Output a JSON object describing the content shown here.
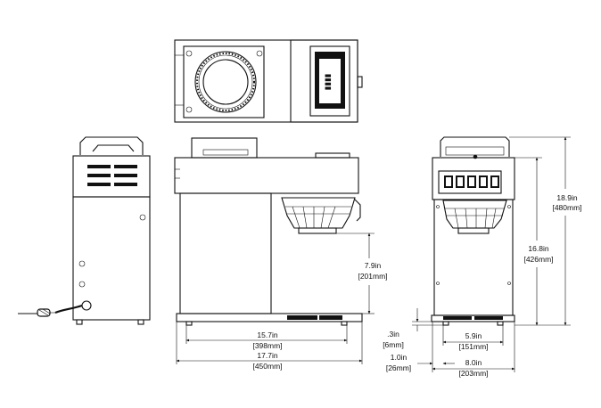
{
  "diagram": {
    "top_view": {},
    "side_views": {},
    "dimensions": {
      "funnel_clearance": {
        "line1": "7.9in",
        "line2": "[201mm]"
      },
      "depth_base": {
        "line1": "15.7in",
        "line2": "[398mm]"
      },
      "depth_overall": {
        "line1": "17.7in",
        "line2": "[450mm]"
      },
      "height_overall": {
        "line1": "18.9in",
        "line2": "[480mm]"
      },
      "height_body": {
        "line1": "16.8in",
        "line2": "[426mm]"
      },
      "foot_height": {
        "line1": ".3in",
        "line2": "[6mm]"
      },
      "width_base": {
        "line1": "5.9in",
        "line2": "[151mm]"
      },
      "foot_offset": {
        "line1": "1.0in",
        "line2": "[26mm]"
      },
      "width_overall": {
        "line1": "8.0in",
        "line2": "[203mm]"
      }
    }
  }
}
